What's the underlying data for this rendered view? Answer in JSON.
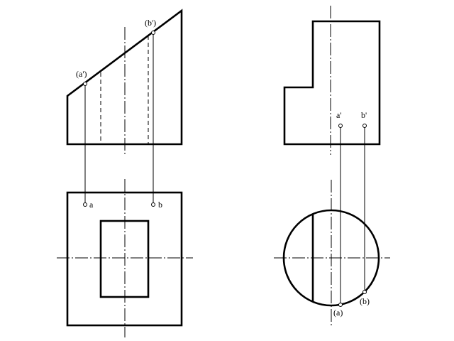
{
  "labels": {
    "front_a": "(a')",
    "front_b": "(b')",
    "top_a": "a",
    "top_b": "b",
    "side_a": "a'",
    "side_b": "b'",
    "bottom_a": "(a)",
    "bottom_b": "(b)"
  }
}
